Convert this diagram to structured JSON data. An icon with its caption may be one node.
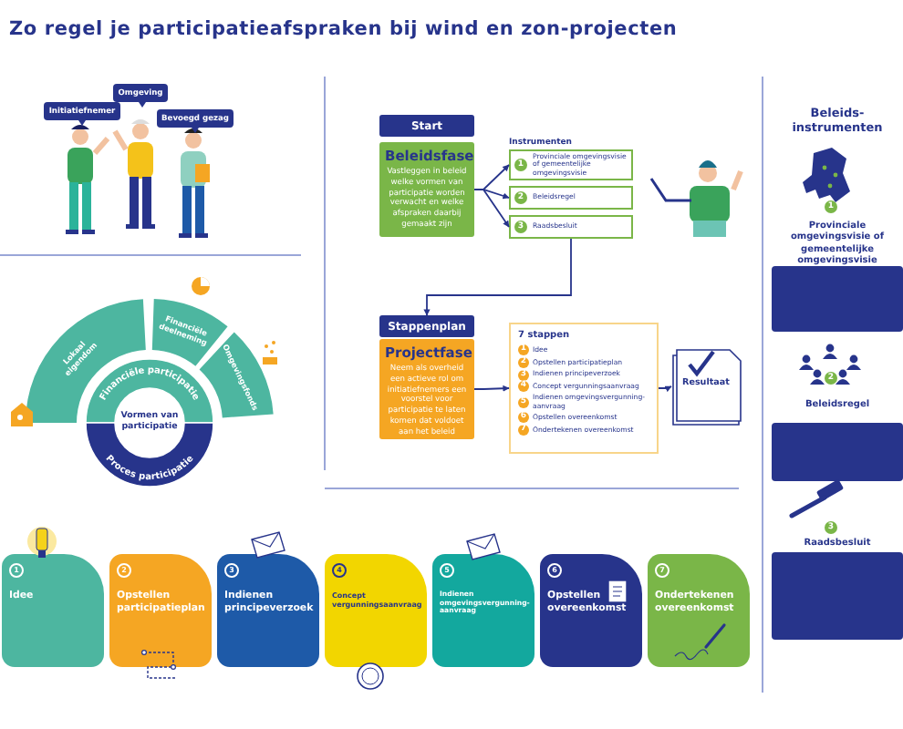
{
  "diagram": {
    "title": "Zo regel je participatieafspraken bij wind en zon-projecten",
    "nodes": [
      {
        "text": [
          "Initiatiefnemer"
        ]
      },
      {
        "text": [
          "Omgeving"
        ]
      },
      {
        "text": [
          "Bevoegd gezag"
        ]
      },
      {
        "text": [
          "Lokaal eigendom"
        ]
      },
      {
        "text": [
          "Financiële deelneming"
        ]
      },
      {
        "text": [
          "Omgevingsfonds"
        ]
      },
      {
        "text": [
          "Financiële participatie"
        ]
      },
      {
        "text": [
          "Proces participatie"
        ]
      },
      {
        "text": [
          "Vormen van participatie"
        ]
      },
      {
        "text": [
          "Start"
        ]
      },
      {
        "text": [
          "Beleidsfase",
          "Vastleggen in beleid welke vormen van participatie worden verwacht en welke afspraken daarbij gemaakt zijn"
        ]
      },
      {
        "text": [
          "1",
          "Provinciale omgevingsvisie of gemeentelijke omgevingsvisie"
        ]
      },
      {
        "text": [
          "2",
          "Beleidsregel"
        ]
      },
      {
        "text": [
          "3",
          "Raadsbesluit"
        ]
      },
      {
        "text": [
          "Stappenplan"
        ]
      },
      {
        "text": [
          "Projectfase",
          "Neem als overheid een actieve rol om initiatiefnemers een voorstel voor participatie te laten komen dat voldoet aan het beleid"
        ]
      },
      {
        "text": [
          "7 stappen",
          "1",
          "Idee",
          "2",
          "Opstellen participatieplan",
          "3",
          "Indienen principeverzoek",
          "4",
          "Concept vergunningsaanvraag",
          "5",
          "Indienen omgevingsvergunning-aanvraag",
          "6",
          "Opstellen overeenkomst",
          "7",
          "Ondertekenen overeenkomst"
        ]
      },
      {
        "text": [
          "Resultaat"
        ]
      },
      {
        "text": [],
        "shape": "box",
        "beside": [
          "Provinciale omgevingsvisie of gemeentelijke omgevingsvisie"
        ]
      },
      {
        "text": [],
        "shape": "box",
        "beside": [
          "Beleidsregel"
        ]
      },
      {
        "text": [],
        "shape": "box",
        "beside": [
          "Raadsbesluit"
        ]
      },
      {
        "text": [
          "1",
          "Idee"
        ]
      },
      {
        "text": [
          "2",
          "Opstellen participatieplan"
        ]
      },
      {
        "text": [
          "3",
          "Indienen principeverzoek"
        ]
      },
      {
        "text": [
          "4",
          "Concept vergunningsaanvraag"
        ]
      },
      {
        "text": [
          "5",
          "Indienen omgevingsvergunning-aanvraag"
        ]
      },
      {
        "text": [
          "6",
          "Opstellen overeenkomst"
        ]
      },
      {
        "text": [
          "7",
          "Ondertekenen overeenkomst"
        ]
      }
    ],
    "edges": [
      {
        "from": 10,
        "to": 11,
        "arrow": "to"
      },
      {
        "from": 10,
        "to": 12,
        "arrow": "to"
      },
      {
        "from": 10,
        "to": 13,
        "arrow": "to"
      },
      {
        "from": 13,
        "to": 14,
        "arrow": "to"
      },
      {
        "from": 15,
        "to": 16,
        "arrow": "to"
      },
      {
        "from": 16,
        "to": 17,
        "arrow": "to"
      }
    ],
    "labels": [
      "Instrumenten",
      "Beleids-instrumenten",
      "1",
      "2",
      "3"
    ]
  }
}
